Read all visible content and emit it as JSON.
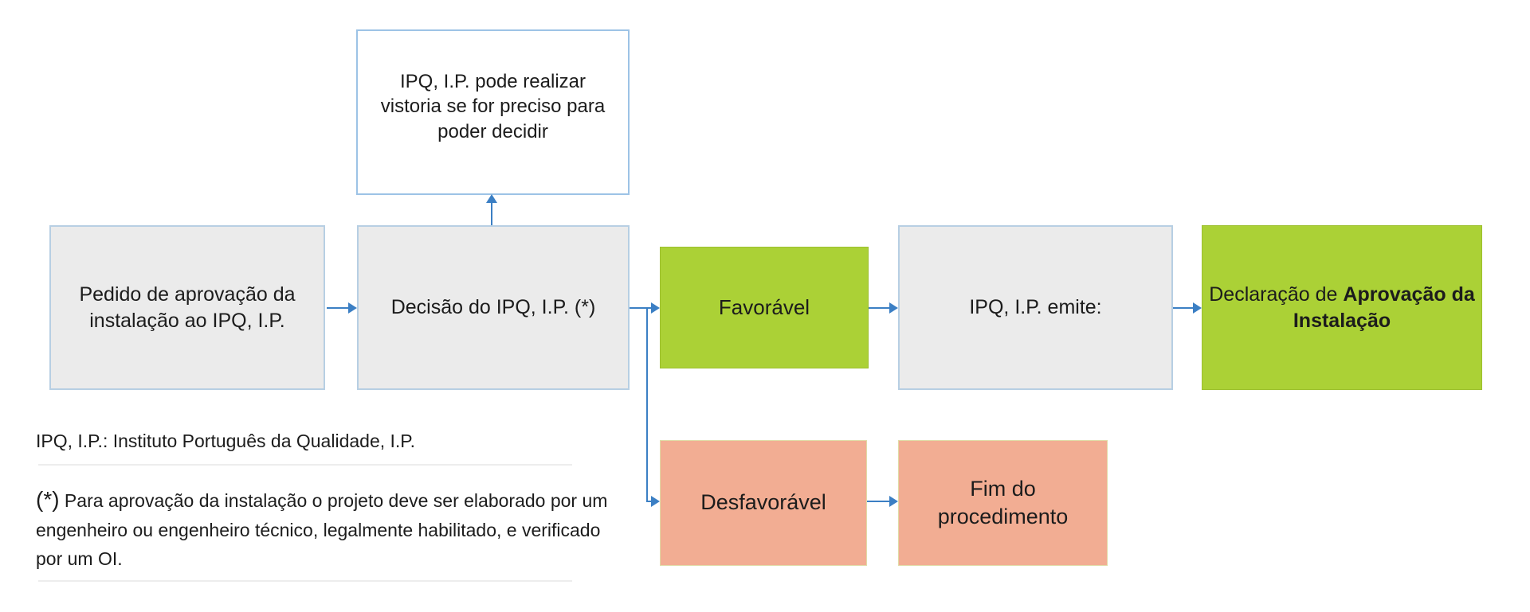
{
  "boxes": {
    "vistoria": {
      "text": "IPQ, I.P. pode realizar vistoria se for preciso para poder decidir"
    },
    "pedido": {
      "text": "Pedido de aprovação da instalação ao IPQ, I.P."
    },
    "decisao": {
      "text": "Decisão do IPQ, I.P. (*)"
    },
    "favoravel": {
      "text": "Favorável"
    },
    "emite": {
      "text": "IPQ, I.P. emite:"
    },
    "declaracao": {
      "prefix": "Declaração de ",
      "bold": "Aprovação da Instalação"
    },
    "desfavoravel": {
      "text": "Desfavorável"
    },
    "fim": {
      "text": "Fim do procedimento"
    }
  },
  "footnotes": {
    "abbreviation": "IPQ, I.P.: Instituto Português da Qualidade, I.P.",
    "asterisk_marker": "(*)",
    "asterisk_text": " Para aprovação da instalação o projeto deve ser elaborado por um engenheiro ou engenheiro técnico, legalmente habilitado, e verificado por um OI."
  },
  "colors": {
    "arrow_blue": "#3b7fc4",
    "box_gray_fill": "#ebebeb",
    "box_gray_border": "#b7cfe3",
    "box_white_border": "#9dc3e6",
    "green_fill": "#abd136",
    "salmon_fill": "#f2ad93"
  }
}
